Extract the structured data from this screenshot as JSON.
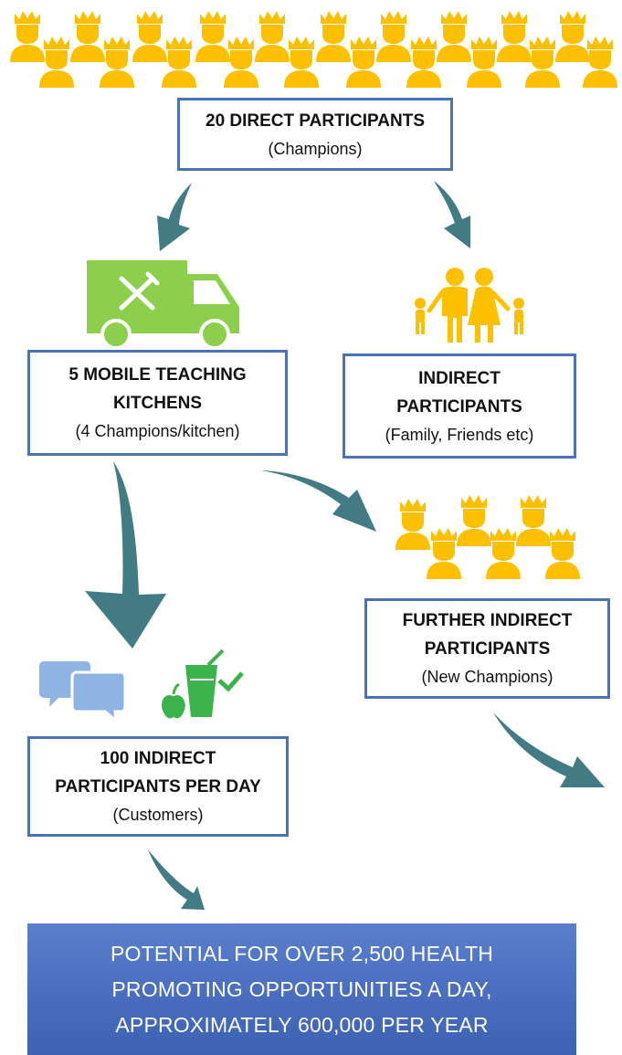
{
  "colors": {
    "champion": "#fcc000",
    "arrow": "#427b84",
    "box_border": "#4a72b8",
    "truck": "#8ccf4d",
    "chat": "#8fb4e3",
    "health_icon": "#3bb34a",
    "banner": "#4a6fc0"
  },
  "icons": {
    "champion": "champion-person-crown-icon",
    "truck": "food-truck-icon",
    "family": "family-icon",
    "chat": "chat-bubbles-icon",
    "health": "apple-drink-check-icon"
  },
  "direct": {
    "title": "20 DIRECT PARTICIPANTS",
    "subtitle": "(Champions)"
  },
  "kitchens": {
    "title_line1": "5 MOBILE TEACHING",
    "title_line2": "KITCHENS",
    "subtitle": "(4 Champions/kitchen)"
  },
  "indirect": {
    "title_line1": "INDIRECT",
    "title_line2": "PARTICIPANTS",
    "subtitle": "(Family, Friends etc)"
  },
  "further": {
    "title_line1": "FURTHER INDIRECT",
    "title_line2": "PARTICIPANTS",
    "subtitle": "(New Champions)"
  },
  "customers": {
    "title_line1": "100 INDIRECT",
    "title_line2": "PARTICIPANTS PER DAY",
    "subtitle": "(Customers)"
  },
  "banner": {
    "line1": "POTENTIAL FOR OVER 2,500 HEALTH",
    "line2": "PROMOTING OPPORTUNITIES A DAY,",
    "line3": "APPROXIMATELY 600,000 PER YEAR"
  }
}
